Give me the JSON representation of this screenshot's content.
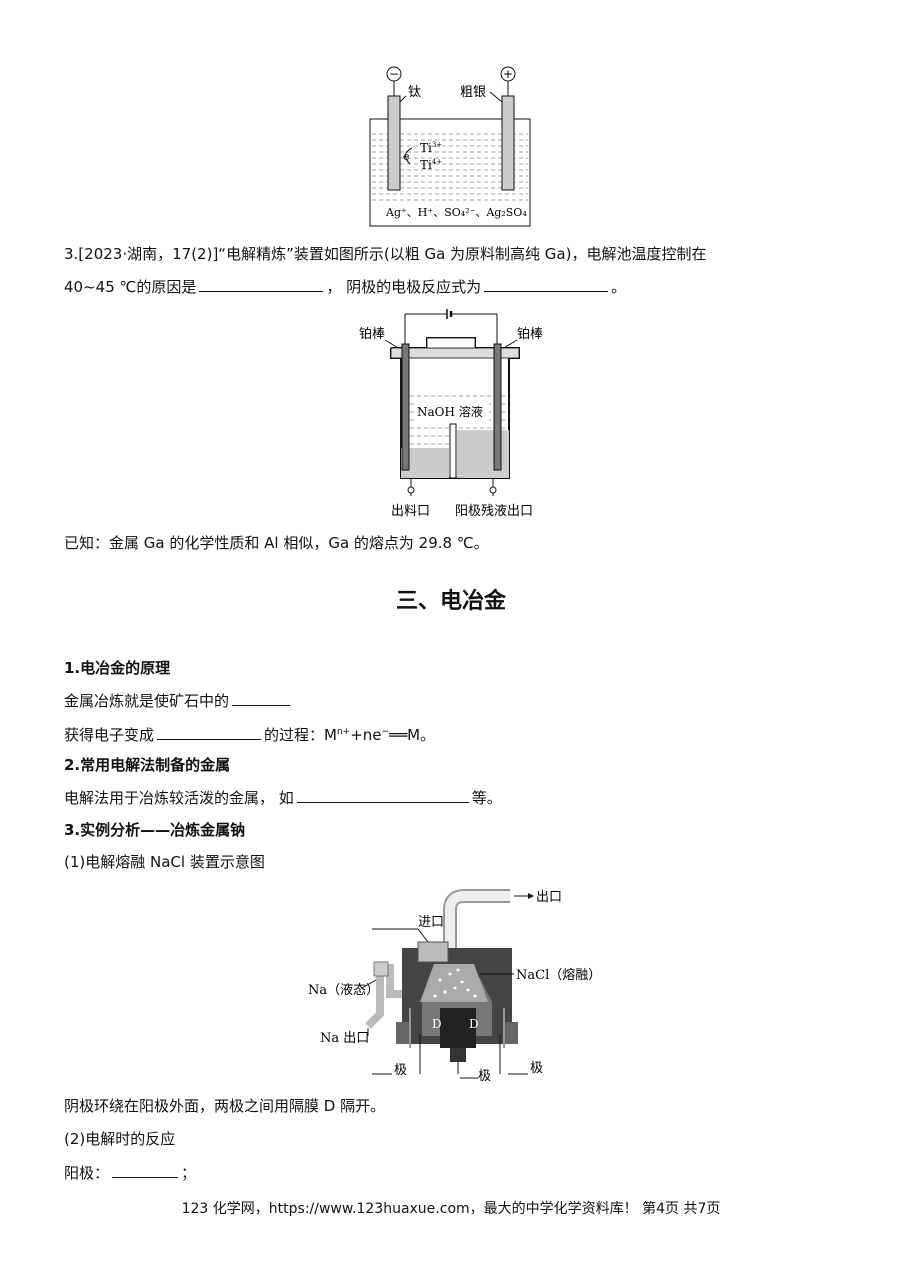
{
  "fig1": {
    "minus": "−",
    "plus": "+",
    "ti_label": "钛",
    "crude_ag_label": "粗银",
    "electron": "e",
    "ti3": "Ti",
    "ti3_sup": "3+",
    "ti4": "Ti",
    "ti4_sup": "4+",
    "solution": "Ag⁺、H⁺、SO₄²⁻、Ag₂SO₄"
  },
  "q3": {
    "line1": "3.[2023·湖南，17(2)]“电解精炼”装置如图所示(以粗 Ga 为原料制高纯 Ga)，电解池温度控制在",
    "line2_a": "40~45 ℃的原因是",
    "line2_b": "，  阴极的电极反应式为",
    "line2_c": "。"
  },
  "fig2": {
    "pt_left": "铂棒",
    "pt_right": "铂棒",
    "solution": "NaOH 溶液",
    "outlet": "出料口",
    "residue_outlet": "阳极残液出口"
  },
  "known": "已知：金属 Ga 的化学性质和 Al 相似，Ga 的熔点为 29.8 ℃。",
  "section_title": "三、电冶金",
  "s1": {
    "title": "1.电冶金的原理",
    "line1": "金属冶炼就是使矿石中的",
    "line2_a": "获得电子变成",
    "line2_b": "的过程：M",
    "line2_sup": "n+",
    "line2_c": "+ne",
    "line2_sup2": "−",
    "line2_d": "══M。"
  },
  "s2": {
    "title": "2.常用电解法制备的金属",
    "line_a": "电解法用于冶炼较活泼的金属，  如",
    "line_b": "等。"
  },
  "s3": {
    "title": "3.实例分析——冶炼金属钠",
    "sub1": "(1)电解熔融 NaCl 装置示意图"
  },
  "fig3": {
    "outlet": "出口",
    "inlet": "进口",
    "na_liquid": "Na（液态）",
    "nacl_molten": "NaCl（熔融）",
    "na_outlet": "Na 出口",
    "d_left": "D",
    "d_right": "D",
    "pole1": "极",
    "pole2": "极",
    "pole3": "极"
  },
  "s3b": {
    "note": "阴极环绕在阳极外面，两极之间用隔膜 D 隔开。",
    "sub2": "(2)电解时的反应",
    "anode": "阳极：",
    "anode_end": "；"
  },
  "footer": "123 化学网，https://www.123huaxue.com，最大的中学化学资料库！  第4页 共7页"
}
